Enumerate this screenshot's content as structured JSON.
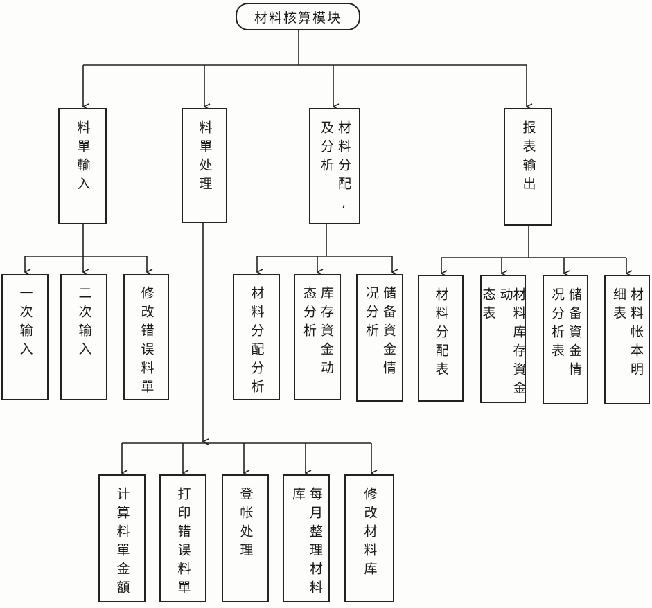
{
  "root": "材料核算模块",
  "level1": [
    {
      "id": "l1_input",
      "cols": [
        "料單輸入"
      ]
    },
    {
      "id": "l1_proc",
      "cols": [
        "料單处理"
      ]
    },
    {
      "id": "l1_alloc",
      "cols": [
        "材料分配,",
        "及分析"
      ]
    },
    {
      "id": "l1_report",
      "cols": [
        "报表输出"
      ]
    }
  ],
  "input_children": [
    {
      "cols": [
        "一次输入"
      ]
    },
    {
      "cols": [
        "二次输入"
      ]
    },
    {
      "cols": [
        "修改错误料單"
      ]
    }
  ],
  "alloc_children": [
    {
      "cols": [
        "材料分配分析"
      ]
    },
    {
      "cols": [
        "库存資金动",
        "态分析"
      ]
    },
    {
      "cols": [
        "储备資金情",
        "况分析"
      ]
    }
  ],
  "report_children": [
    {
      "cols": [
        "材料分配表"
      ]
    },
    {
      "cols": [
        "材料库存資金动",
        "态表"
      ]
    },
    {
      "cols": [
        "储备資金情",
        "况分析表"
      ]
    },
    {
      "cols": [
        "材料帐本明",
        "细表"
      ]
    }
  ],
  "proc_children": [
    {
      "cols": [
        "计算料單金額"
      ]
    },
    {
      "cols": [
        "打印错误料單"
      ]
    },
    {
      "cols": [
        "登帐处理"
      ]
    },
    {
      "cols": [
        "每月整理材料",
        "库"
      ]
    },
    {
      "cols": [
        "修改材料库"
      ]
    }
  ]
}
